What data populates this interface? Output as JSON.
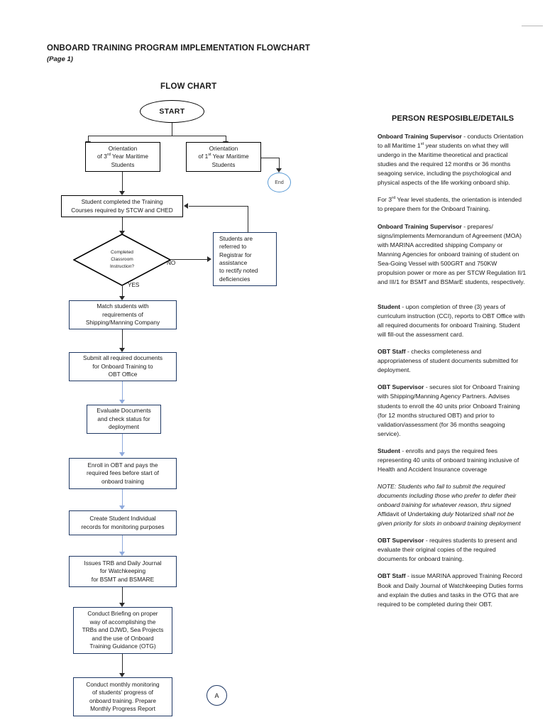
{
  "document": {
    "title": "ONBOARD TRAINING PROGRAM IMPLEMENTATION FLOWCHART",
    "page_label": "(Page 1)",
    "flow_heading": "FLOW CHART",
    "details_heading": "PERSON RESPOSIBLE/DETAILS"
  },
  "flowchart": {
    "start": "START",
    "end": "End",
    "connector_a": "A",
    "edge_yes": "YES",
    "edge_no": "NO",
    "nodes": {
      "orientation_3rd": [
        "Orientation",
        "of 3rd Year Maritime",
        "Students"
      ],
      "orientation_1st": [
        "Orientation",
        "of 1st Year Maritime",
        "Students"
      ],
      "student_completed": [
        "Student completed the Training",
        "Courses required by STCW and CHED"
      ],
      "decision": [
        "Completed",
        "Classroom",
        "Instruction?"
      ],
      "referred": [
        "Students are",
        "referred to",
        "Registrar for",
        "assistance",
        "to rectify noted",
        "deficiencies"
      ],
      "match_students": [
        "Match students with",
        "requirements of",
        "Shipping/Manning Company"
      ],
      "submit_documents": [
        "Submit all required documents",
        "for Onboard Training to",
        "OBT Office"
      ],
      "evaluate_documents": [
        "Evaluate Documents",
        "and check status for",
        "deployment"
      ],
      "enroll_obt": [
        "Enroll in OBT and pays the",
        "required fees before start of",
        "onboard training"
      ],
      "create_records": [
        "Create Student Individual",
        "records for monitoring purposes"
      ],
      "issues_trb": [
        "Issues TRB and Daily Journal",
        "for Watchkeeping",
        "for BSMT and BSMARE"
      ],
      "conduct_briefing": [
        "Conduct Briefing on proper",
        "way of accomplishing the",
        "TRBs and DJWD, Sea Projects",
        "and the use of Onboard",
        "Training Guidance (OTG)"
      ],
      "monthly_monitoring": [
        "Conduct monthly monitoring",
        "of students' progress of",
        "onboard training.  Prepare",
        "Monthly Progress Report"
      ]
    }
  },
  "details": [
    {
      "id": "onboard-training-supervisor-orientation",
      "role": "Onboard Training Supervisor",
      "text": " - conducts Orientation to all Maritime 1st year students on what they will undergo in the Maritime theoretical and practical studies and the required 12 months or 36 months seagoing service, including the psychological and physical aspects of the life working onboard ship.",
      "style": "normal"
    },
    {
      "id": "third-year-note",
      "role": "",
      "text": "For 3rd Year level students, the orientation is intended to prepare them for the Onboard Training.",
      "style": "normal"
    },
    {
      "id": "onboard-training-supervisor-moa",
      "role": "Onboard Training Supervisor",
      "text": " - prepares/ signs/implements Memorandum of Agreement (MOA) with MARINA accredited shipping Company or Manning Agencies for onboard training of student on Sea-Going Vessel with 500GRT and 750KW propulsion power or more as per STCW Regulation II/1 and III/1 for BSMT and BSMarE students, respectively.",
      "style": "normal"
    },
    {
      "id": "student-reports",
      "role": "Student",
      "text": " - upon completion of three (3) years of curriculum instruction (CCI), reports to OBT Office with all required documents for onboard Training. Student   will fill-out the assessment card.",
      "style": "normal"
    },
    {
      "id": "obt-staff-checks",
      "role": "OBT Staff",
      "text": " - checks completeness and appropriateness of student documents submitted for deployment.",
      "style": "normal"
    },
    {
      "id": "obt-supervisor-slot",
      "role": "OBT Supervisor",
      "text": " - secures slot for Onboard Training with Shipping/Manning Agency Partners.  Advises students to enroll the 40 units prior Onboard Training (for 12 months structured OBT) and prior to validation/assessment (for 36 months seagoing service).",
      "style": "normal"
    },
    {
      "id": "student-enrolls",
      "role": "Student",
      "text": " - enrolls and pays the required fees representing 40 units of onboard training inclusive of Health and Accident Insurance coverage",
      "style": "normal"
    },
    {
      "id": "note-affidavit",
      "role": "",
      "text": "NOTE:  Students who fail to submit the required documents including those who prefer to defer their onboard training for whatever reason, thru signed Affidavit of Undertaking duly Notarized shall not be given priority for slots in onboard training deployment",
      "style": "italic"
    },
    {
      "id": "obt-supervisor-originals",
      "role": "OBT Supervisor",
      "text": " - requires students to present and evaluate their original copies of the required documents for onboard training.",
      "style": "normal"
    },
    {
      "id": "obt-staff-issue",
      "role": "OBT Staff",
      "text": " - issue MARINA approved Training Record Book and Daily Journal of Watchkeeping Duties forms and explain the duties and tasks in the OTG that are required to be completed during their OBT.",
      "style": "normal"
    }
  ],
  "colors": {
    "navy_border": "#1f3864",
    "black_border": "#000000",
    "blue_connector": "#8faadc",
    "end_circle": "#5b9bd5"
  }
}
